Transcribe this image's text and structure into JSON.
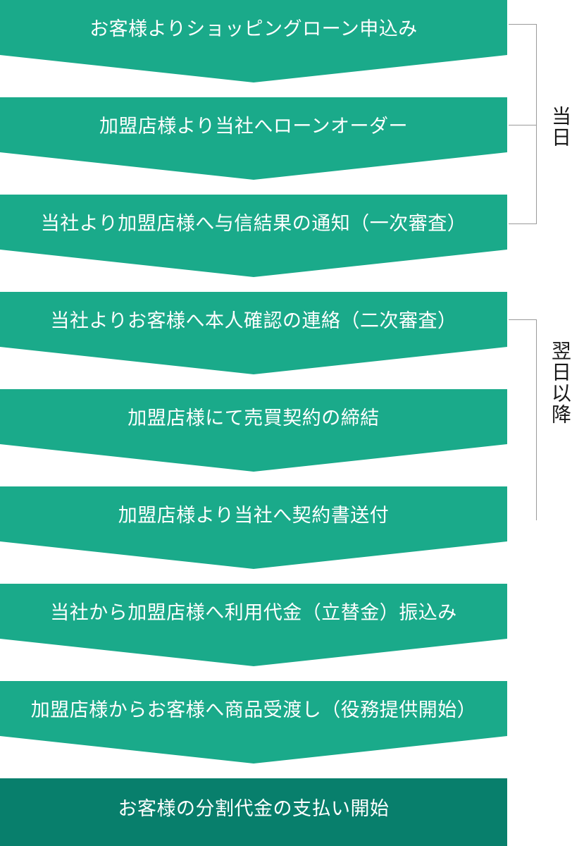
{
  "steps": [
    {
      "label": "お客様よりショッピングローン申込み"
    },
    {
      "label": "加盟店様より当社へローンオーダー"
    },
    {
      "label": "当社より加盟店様へ与信結果の通知（一次審査）"
    },
    {
      "label": "当社よりお客様へ本人確認の連絡（二次審査）"
    },
    {
      "label": "加盟店様にて売買契約の締結"
    },
    {
      "label": "加盟店様より当社へ契約書送付"
    },
    {
      "label": "当社から加盟店様へ利用代金（立替金）振込み"
    },
    {
      "label": "加盟店様からお客様へ商品受渡し（役務提供開始）"
    },
    {
      "label": "お客様の分割代金の支払い開始"
    }
  ],
  "phases": [
    {
      "label": "当日"
    },
    {
      "label": "翌日以降"
    }
  ],
  "colors": {
    "step": "#1aaa8a",
    "final_step": "#087f6c",
    "bracket": "#9a9a9a",
    "text": "#ffffff"
  }
}
